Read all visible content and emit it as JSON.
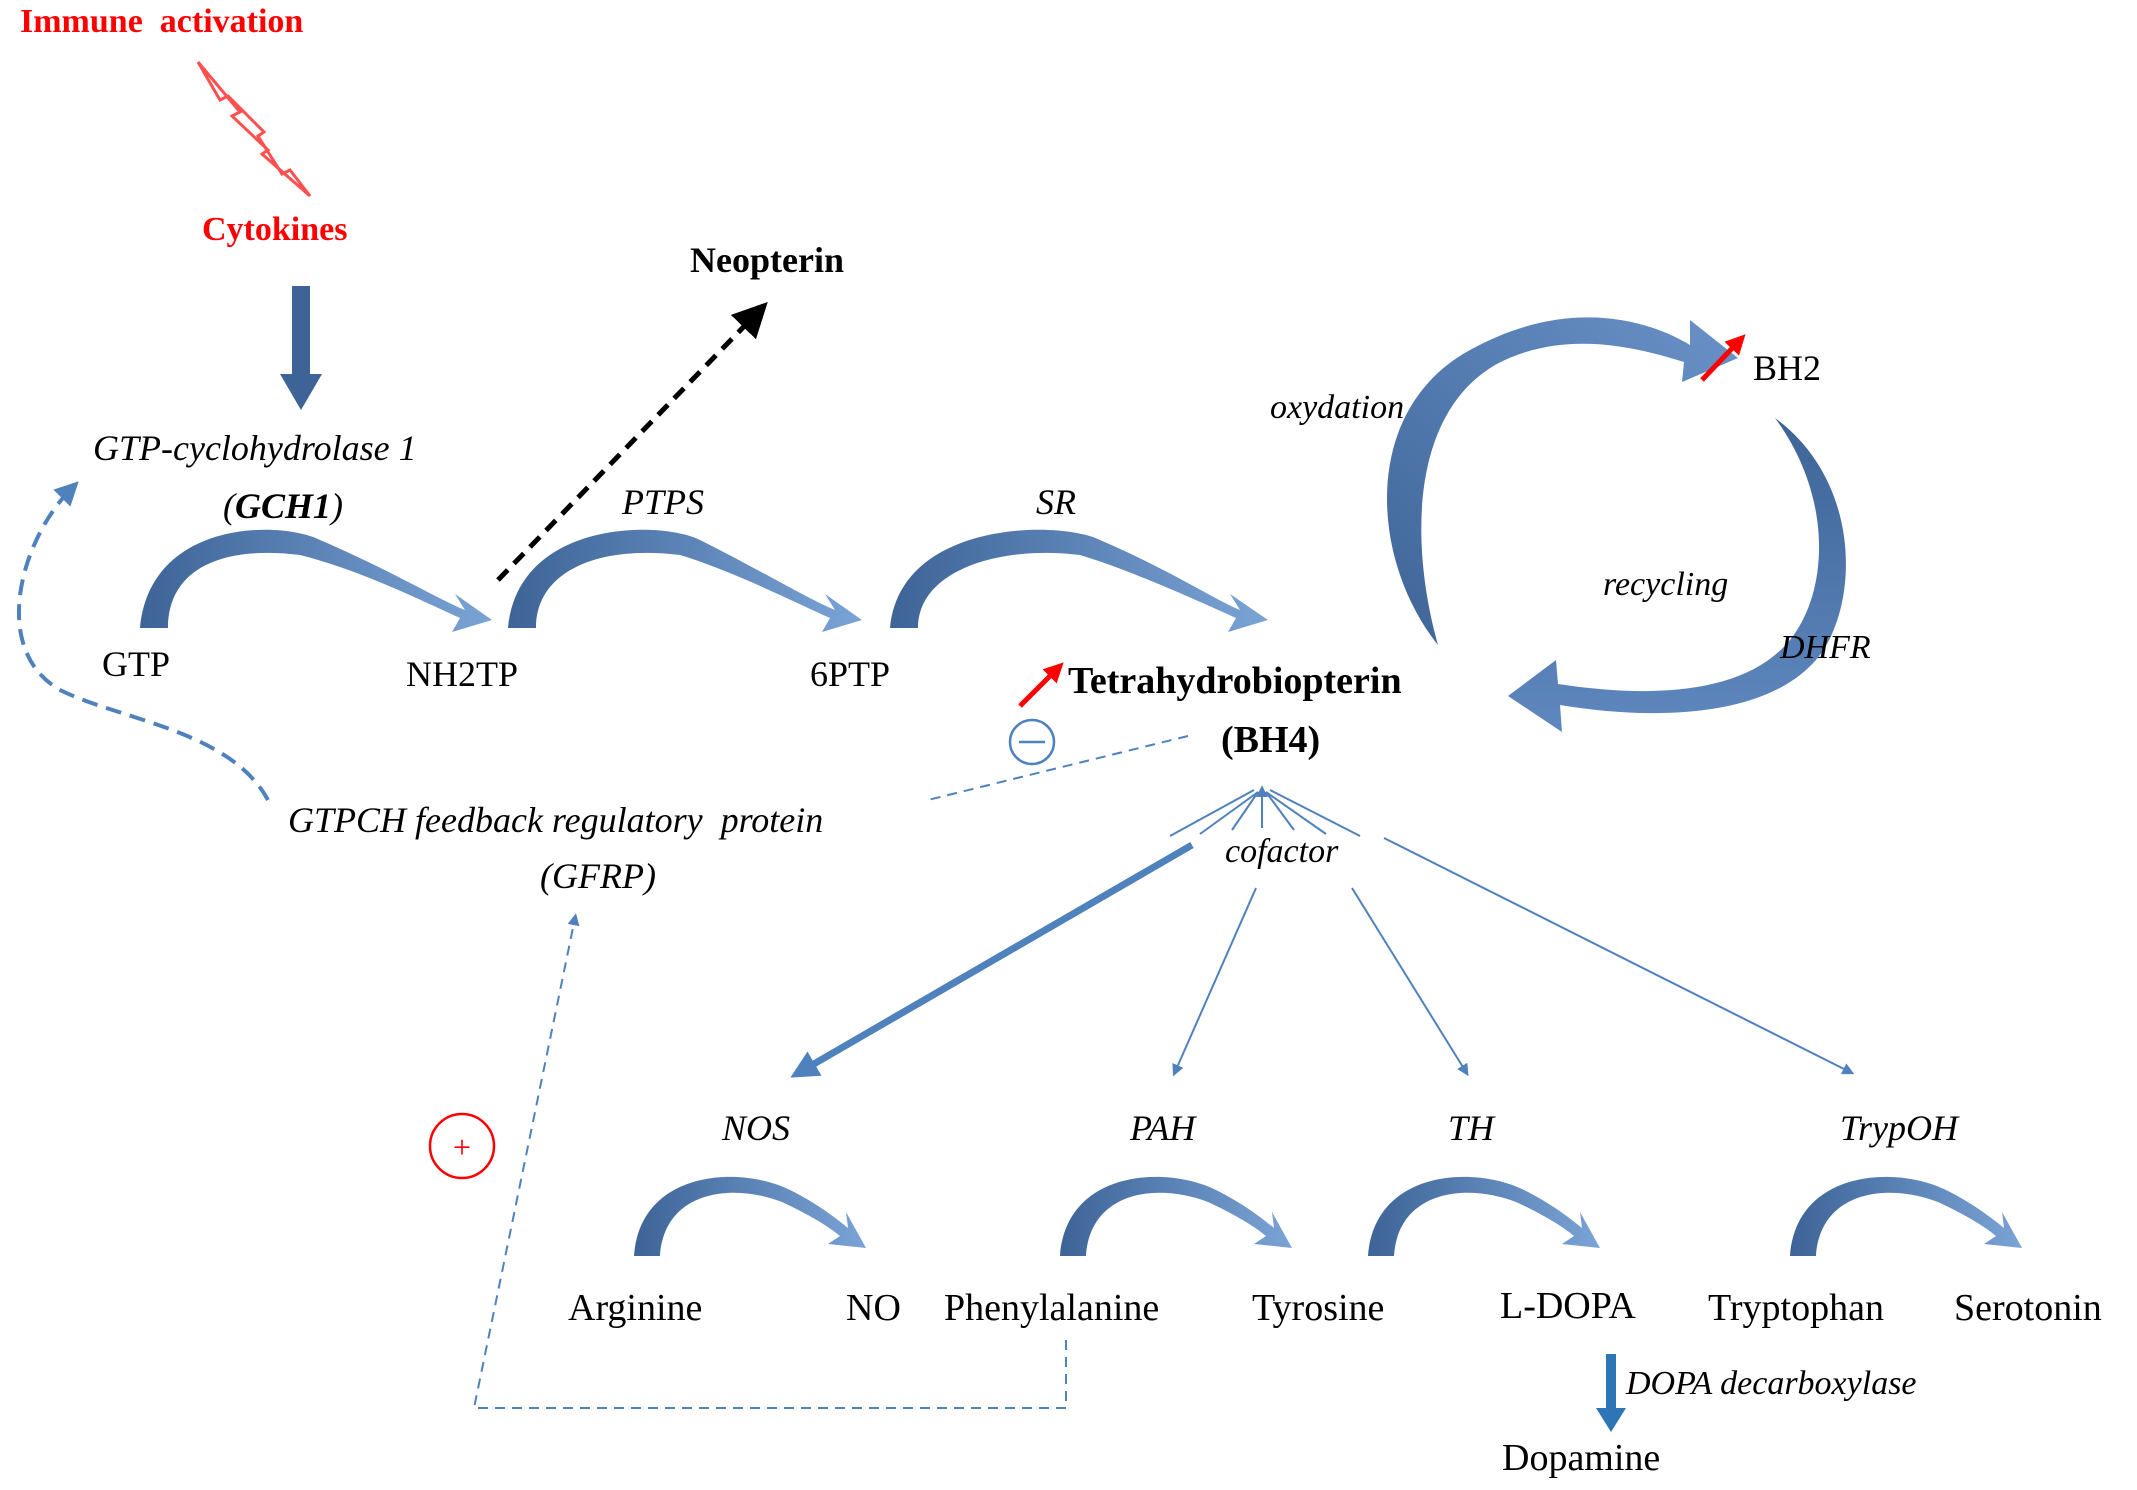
{
  "labels": {
    "immune_activation": "Immune  activation",
    "cytokines": "Cytokines",
    "gch1_name": "GTP-cyclohydrolase 1",
    "gch1_abbr_open": "(",
    "gch1_abbr": "GCH1",
    "gch1_abbr_close": ")",
    "neopterin": "Neopterin",
    "ptps": "PTPS",
    "sr": "SR",
    "gtp": "GTP",
    "nh2tp": "NH2TP",
    "sixptp": "6PTP",
    "bh4_name": "Tetrahydrobiopterin",
    "bh4_abbr": "(BH4)",
    "oxydation": "oxydation",
    "bh2": "BH2",
    "recycling": "recycling",
    "dhfr": "DHFR",
    "gfrp_name": "GTPCH feedback regulatory  protein",
    "gfrp_abbr": "(GFRP)",
    "cofactor": "cofactor",
    "nos": "NOS",
    "pah": "PAH",
    "th": "TH",
    "trypoh": "TrypOH",
    "arginine": "Arginine",
    "no": "NO",
    "phenylalanine": "Phenylalanine",
    "tyrosine": "Tyrosine",
    "ldopa": "L-DOPA",
    "tryptophan": "Tryptophan",
    "serotonin": "Serotonin",
    "dopa_decarboxylase": "DOPA decarboxylase",
    "dopamine": "Dopamine",
    "plus_sign": "+",
    "minus_sign": "−"
  },
  "colors": {
    "red": "#ff0000",
    "arrow_blue_dark": "#3e6497",
    "arrow_blue_light": "#6a92c8",
    "line_blue": "#4f81bd",
    "dopa_arrow": "#2e75b6",
    "black": "#000000"
  },
  "icons": {
    "lightning": "lightning-bolt-icon",
    "increase": "red-up-arrow-icon",
    "inhibit": "minus-circle-icon",
    "activate": "plus-circle-icon"
  }
}
